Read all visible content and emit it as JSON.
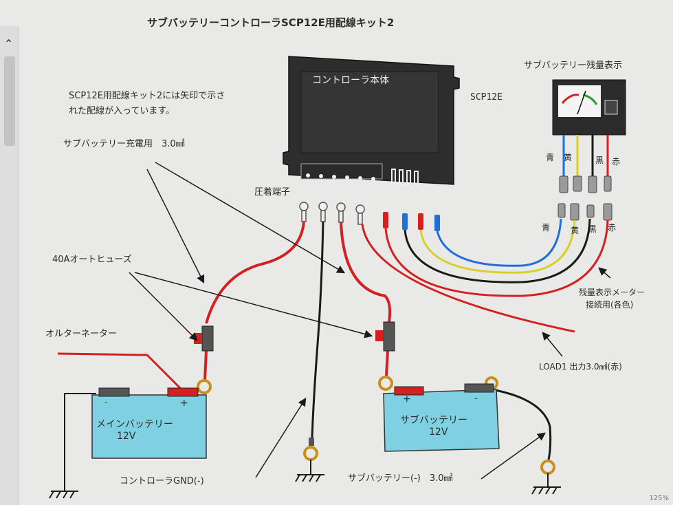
{
  "diagram": {
    "title": "サブバッテリーコントローラSCP12E用配線キット2",
    "controller_label": "コントローラ本体",
    "model_label": "SCP12E",
    "note_line1": "SCP12E用配線キット2には矢印で示さ",
    "note_line2": "れた配線が入っています。",
    "charge_wire_label": "サブバッテリー充電用　3.0㎟",
    "crimp_label": "圧着端子",
    "fuse_label": "40Aオートヒューズ",
    "alternator_label": "オルターネーター",
    "main_battery_name": "メインバッテリー",
    "main_battery_volt": "12V",
    "sub_battery_name": "サブバッテリー",
    "sub_battery_volt": "12V",
    "meter_title": "サブバッテリー残量表示",
    "meter_wire_label_line1": "残量表示メーター",
    "meter_wire_label_line2": "接続用(各色)",
    "load_label": "LOAD1 出力3.0㎟(赤)",
    "gnd_label": "コントローラGND(-)",
    "sub_neg_label": "サブバッテリー(-)　3.0㎟",
    "plus_sign": "+",
    "minus_sign": "-",
    "meter_colors_top": [
      "青",
      "黄",
      "黒",
      "赤"
    ],
    "meter_colors_bottom": [
      "青",
      "黄",
      "黒",
      "赤"
    ],
    "zoom_level": "125%"
  },
  "colors": {
    "red_wire": "#d42020",
    "blue_wire": "#1f6fd8",
    "yellow_wire": "#d8d02a",
    "black_wire": "#1a1a1a",
    "battery_fill": "#7fd0e0",
    "controller_fill": "#2e2e2e"
  }
}
